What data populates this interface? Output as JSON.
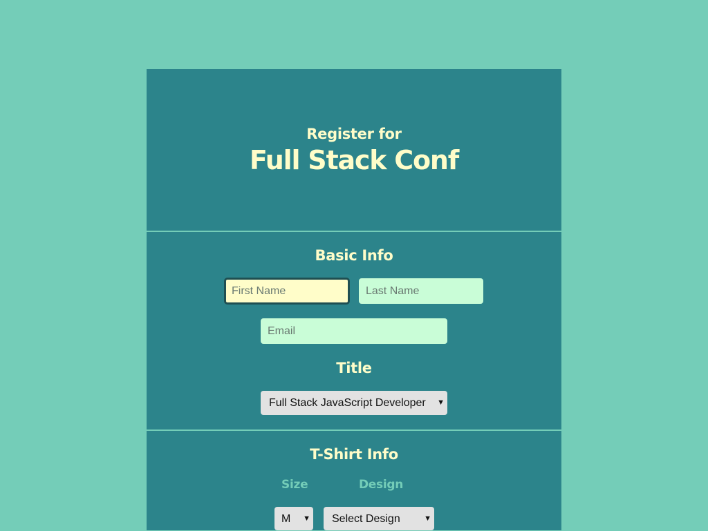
{
  "header": {
    "pre_title": "Register for",
    "title": "Full Stack Conf"
  },
  "basic_info": {
    "heading": "Basic Info",
    "first_name": {
      "placeholder": "First Name",
      "value": ""
    },
    "last_name": {
      "placeholder": "Last Name",
      "value": ""
    },
    "email": {
      "placeholder": "Email",
      "value": ""
    },
    "title_heading": "Title",
    "title_select": {
      "selected": "Full Stack JavaScript Developer"
    }
  },
  "tshirt_info": {
    "heading": "T-Shirt Info",
    "size_label": "Size",
    "design_label": "Design",
    "size_select": {
      "selected": "M"
    },
    "design_select": {
      "selected": "Select Design"
    }
  },
  "icons": {
    "dropdown": "triangle-down-icon"
  },
  "colors": {
    "page_bg": "#74cdb8",
    "panel_bg": "#2c848b",
    "heading_text": "#fffdc9",
    "input_bg": "#c9fdd7",
    "focused_input_bg": "#fffdc9",
    "label_text": "#74cdb8",
    "select_bg": "#e2e2e2"
  }
}
